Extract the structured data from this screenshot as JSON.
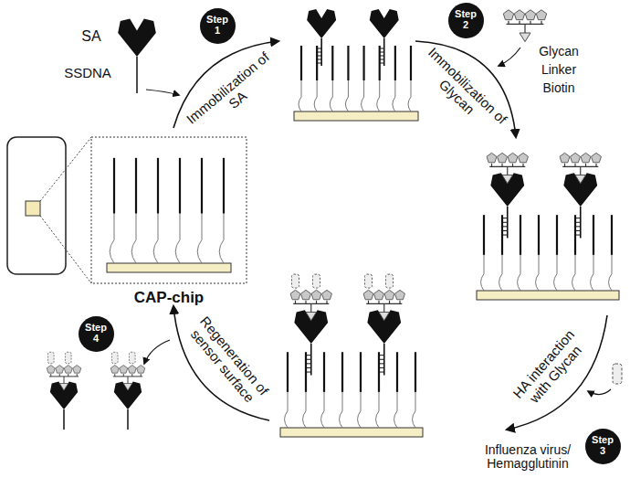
{
  "diagram": {
    "nodes": [
      {
        "text": [
          "Step 1"
        ]
      },
      {
        "text": [
          "Step 2"
        ]
      },
      {
        "text": [
          "Step 3"
        ]
      },
      {
        "text": [
          "Step 4"
        ]
      }
    ],
    "labels": [
      "SA",
      "SSDNA",
      "Immobilization of SA",
      "Glycan",
      "Linker",
      "Biotin",
      "Immobilization of Glycan",
      "HA interaction with Glycan",
      "Influenza virus/ Hemagglutinin",
      "Regeneration of sensor surface",
      "CAP-chip"
    ]
  }
}
